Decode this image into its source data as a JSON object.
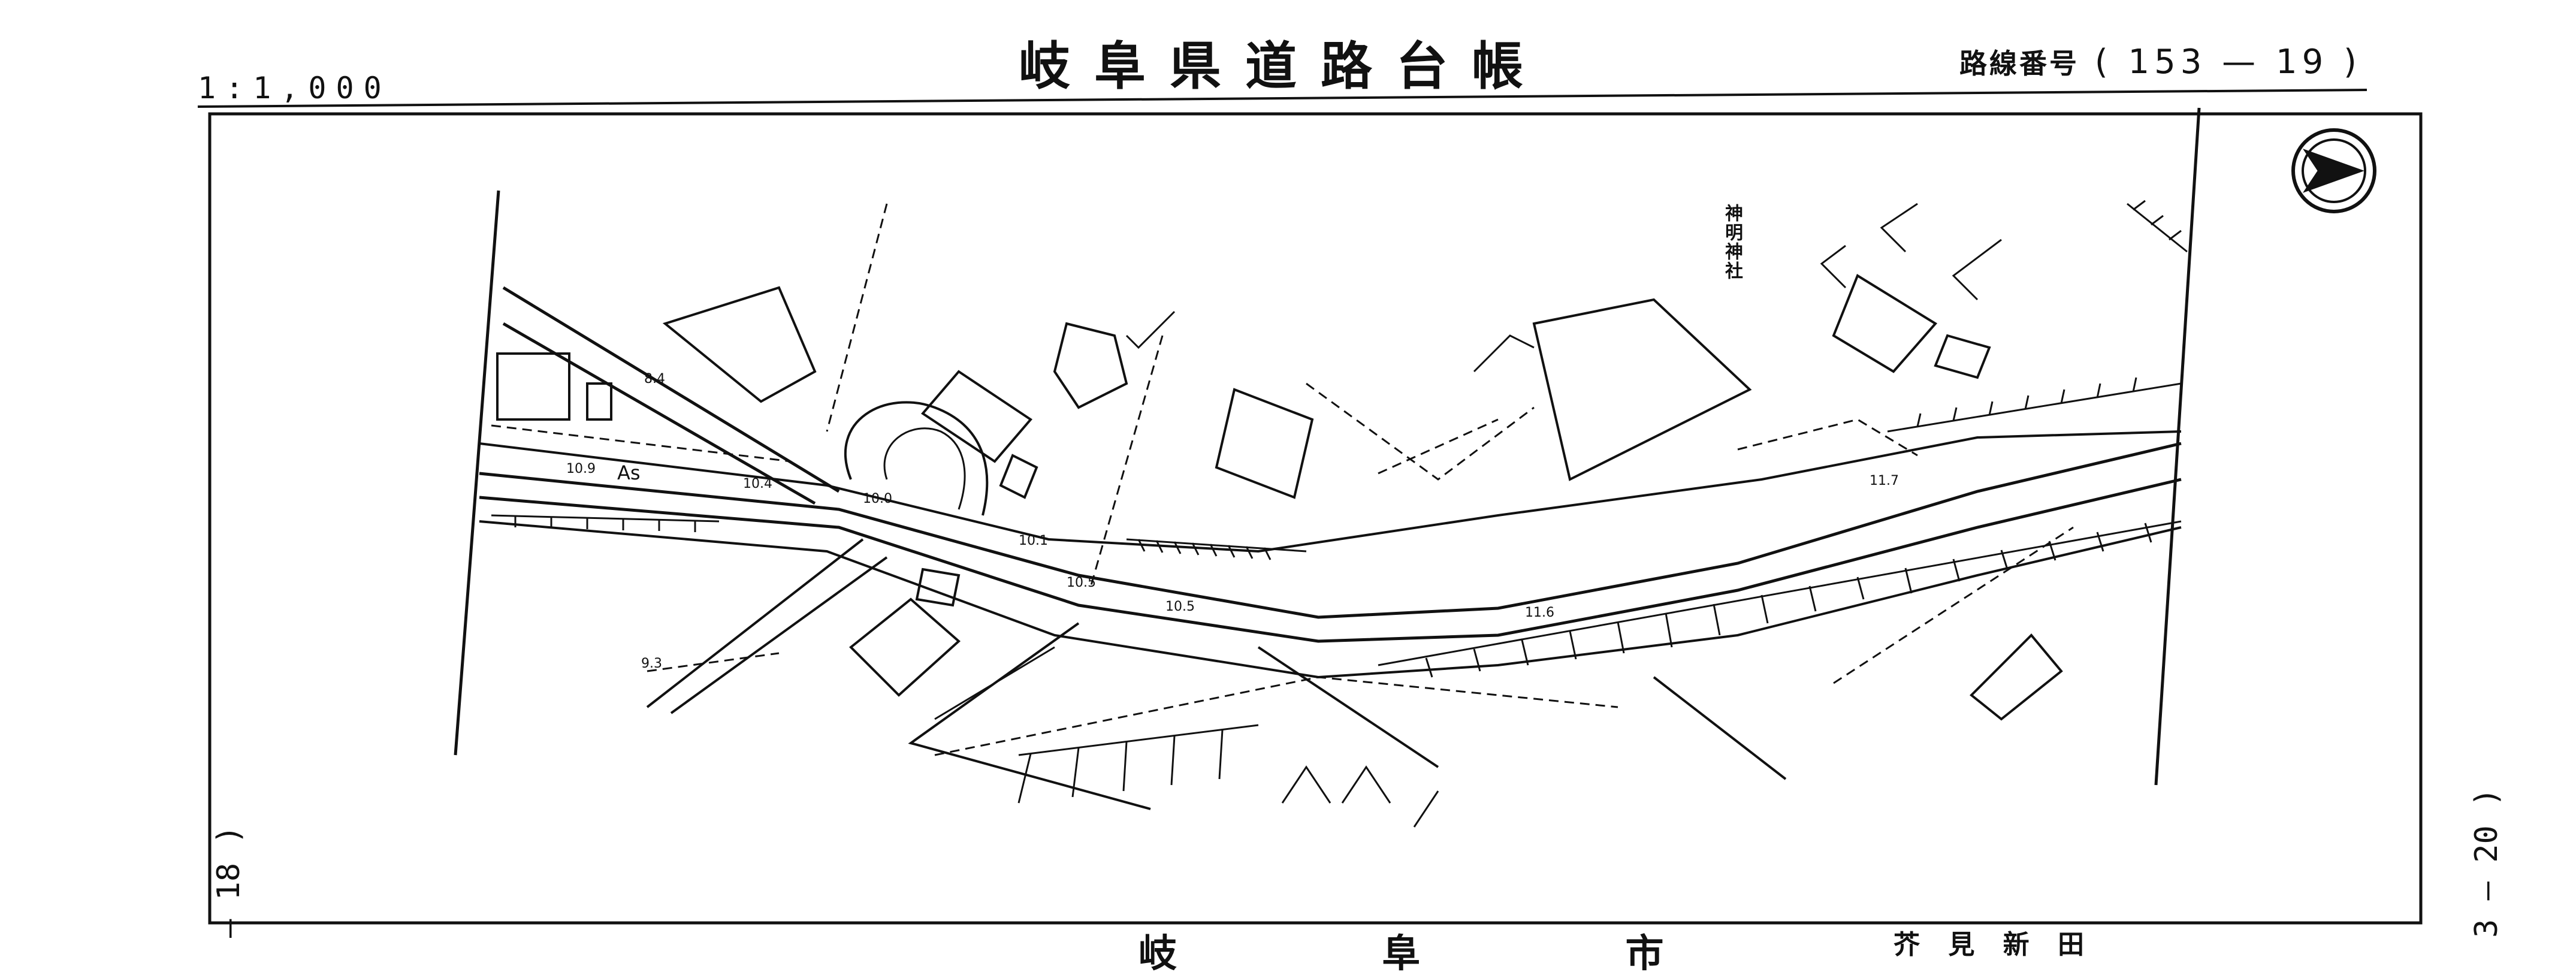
{
  "header": {
    "title": "岐阜県道路台帳",
    "scale": "1:1,000",
    "route_label": "路線番号",
    "route_number": "( 153 — 19 )"
  },
  "margins": {
    "left_sheet": "— 18 )",
    "right_sheet": "3 — 20 )"
  },
  "map": {
    "shrine_label": "神明神社",
    "surface_label": "As",
    "elevations": [
      "8.4",
      "10.9",
      "10.4",
      "10.0",
      "10.1",
      "10.5",
      "10.5",
      "11.6",
      "11.7",
      "9.3"
    ]
  },
  "footer": {
    "city": "岐 阜 市",
    "area": "芥 見 新 田"
  }
}
